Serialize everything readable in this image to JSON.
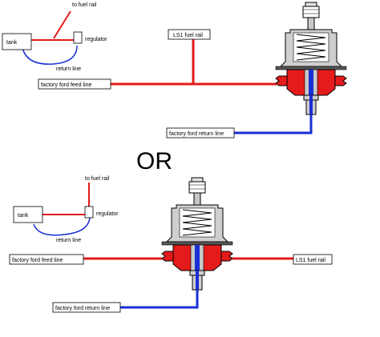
{
  "diagram": {
    "top": {
      "to_fuel_rail": "to fuel rail",
      "tank": "tank",
      "regulator": "regulator",
      "return_line": "return line",
      "feed_line": "factory ford feed line",
      "ls1_rail": "LS1 fuel rail",
      "factory_return": "factory ford return line"
    },
    "or_text": "OR",
    "bottom": {
      "to_fuel_rail": "to fuel rail",
      "tank": "tank",
      "regulator": "regulator",
      "return_line": "return line",
      "feed_line": "factory ford feed line",
      "ls1_rail": "LS1 fuel rail",
      "factory_return": "factory ford return line"
    },
    "colors": {
      "feed": "#e51b1b",
      "return": "#1a2fd6"
    }
  }
}
